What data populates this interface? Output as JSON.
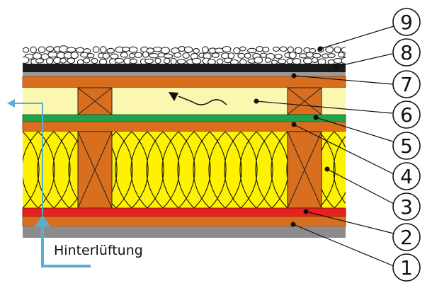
{
  "caption": "Hinterlüftung",
  "callouts": [
    {
      "number": "9",
      "layer": "gravel"
    },
    {
      "number": "8",
      "layer": "black-membrane"
    },
    {
      "number": "7",
      "layer": "top-board"
    },
    {
      "number": "6",
      "layer": "ventilation-space"
    },
    {
      "number": "5",
      "layer": "green-membrane"
    },
    {
      "number": "4",
      "layer": "middle-board"
    },
    {
      "number": "3",
      "layer": "insulation"
    },
    {
      "number": "2",
      "layer": "vapor-barrier"
    },
    {
      "number": "1",
      "layer": "ceiling-board"
    }
  ],
  "colors": {
    "gravel": "#ffffff",
    "black_membrane": "#1a1a1a",
    "grey_strip": "#9a9a9a",
    "board": "#d96f1e",
    "ventilation": "#fcf7b0",
    "green_membrane": "#1fa34a",
    "insulation": "#fff200",
    "vapor_barrier": "#e8201e",
    "ceiling": "#8c8c8c",
    "airflow_arrow": "#5aaecf"
  }
}
